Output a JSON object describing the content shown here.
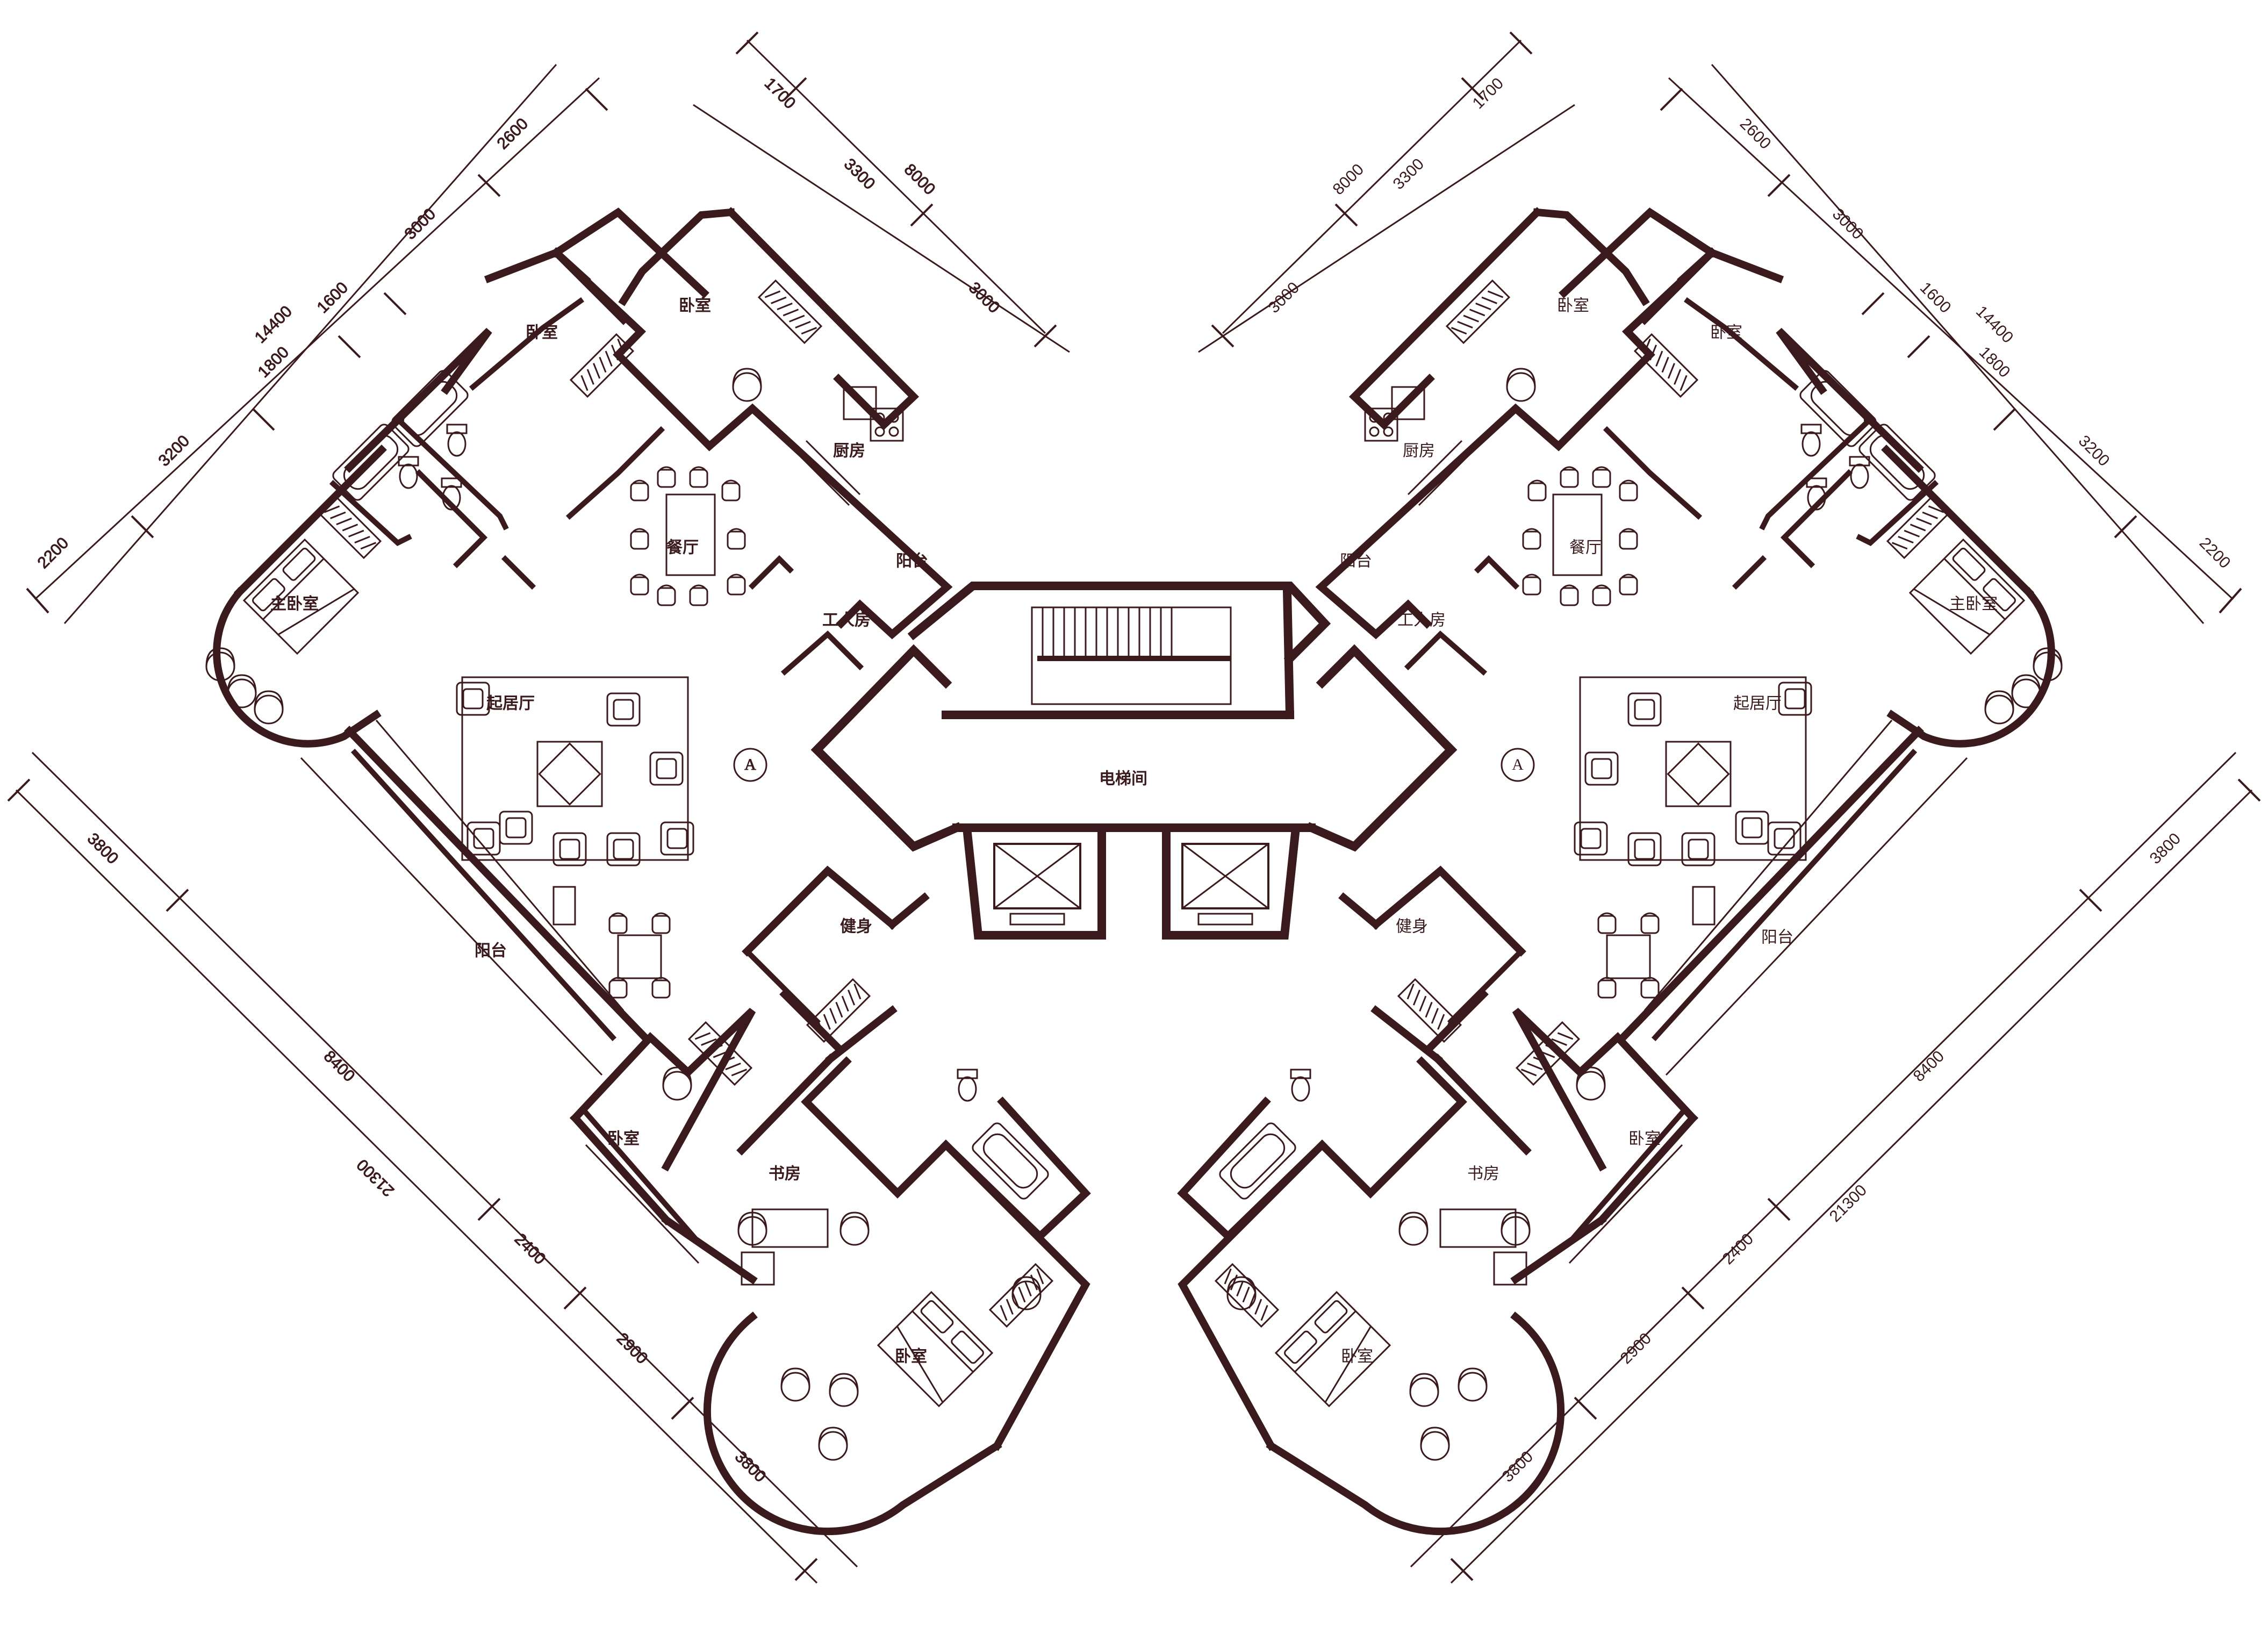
{
  "colors": {
    "wall": "#3b1a1e",
    "line": "#3b1a1e",
    "background": "#ffffff"
  },
  "left_unit": {
    "rooms": {
      "bedroom_nw": "卧室",
      "bedroom_n": "卧室",
      "kitchen": "厨房",
      "dining": "餐厅",
      "balcony_small": "阳台",
      "maid_room": "工人房",
      "master_bedroom": "主卧室",
      "living": "起居厅",
      "balcony": "阳台",
      "gym": "健身",
      "bedroom_s": "卧室",
      "study": "书房",
      "bedroom_se": "卧室"
    },
    "marker": "A",
    "dims_top_left": [
      "2200",
      "3200",
      "1800",
      "1600",
      "3000",
      "2600",
      "14400"
    ],
    "dims_top_right": [
      "1700",
      "3300",
      "8000",
      "3000"
    ],
    "dims_bottom_left": [
      "3800",
      "8400",
      "21300",
      "2400",
      "2900",
      "3800"
    ]
  },
  "right_unit": {
    "rooms": {
      "bedroom_ne": "卧室",
      "bedroom_n": "卧室",
      "kitchen": "厨房",
      "dining": "餐厅",
      "balcony_small": "阳台",
      "maid_room": "工人房",
      "master_bedroom": "主卧室",
      "living": "起居厅",
      "balcony": "阳台",
      "gym": "健身",
      "bedroom_s": "卧室",
      "study": "书房",
      "bedroom_sw": "卧室"
    },
    "marker": "A",
    "dims_top_right": [
      "2600",
      "3000",
      "1600",
      "1800",
      "14400",
      "3200",
      "2200"
    ],
    "dims_top_left": [
      "1700",
      "3300",
      "8000",
      "3000"
    ],
    "dims_bottom_right": [
      "3800",
      "8400",
      "21300",
      "2400",
      "2900",
      "3800"
    ]
  },
  "core": {
    "elevator_lobby": "电梯间"
  }
}
